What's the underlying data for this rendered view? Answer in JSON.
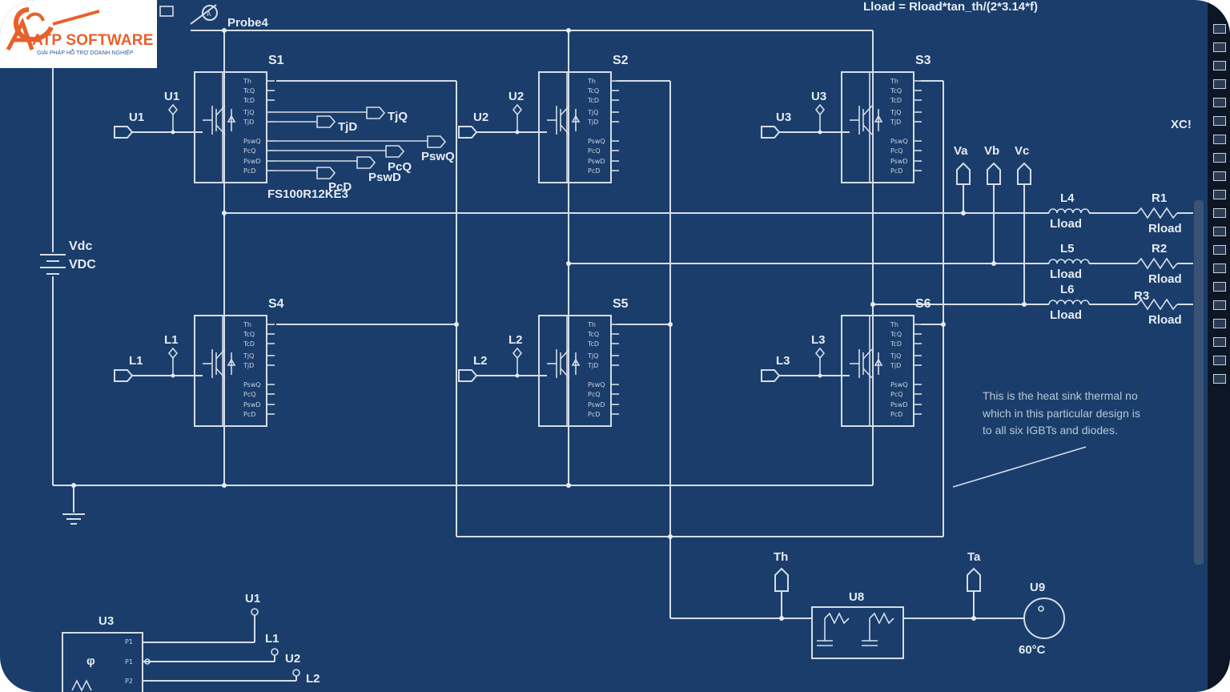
{
  "logo": {
    "brand": "ATP SOFTWARE",
    "tagline": "GIẢI PHÁP HỖ TRỢ DOANH NGHIỆP"
  },
  "header": {
    "formula": "Lload = Rload*tan_th/(2*3.14*f)",
    "probe": "Probe4",
    "xc_label": "XC!"
  },
  "source": {
    "name": "Vdc",
    "value": "VDC"
  },
  "switches": [
    {
      "name": "S1",
      "gate_label": "U1",
      "gate_port": "U1"
    },
    {
      "name": "S2",
      "gate_label": "U2",
      "gate_port": "U2"
    },
    {
      "name": "S3",
      "gate_label": "U3",
      "gate_port": "U3"
    },
    {
      "name": "S4",
      "gate_label": "L1",
      "gate_port": "L1"
    },
    {
      "name": "S5",
      "gate_label": "L2",
      "gate_port": "L2"
    },
    {
      "name": "S6",
      "gate_label": "L3",
      "gate_port": "L3"
    }
  ],
  "module_part": "FS100R12KE3",
  "pins": [
    "Th",
    "TcQ",
    "TcD",
    "TjQ",
    "TjD",
    "PswQ",
    "PcQ",
    "PswD",
    "PcD"
  ],
  "s1_outputs": [
    "TjQ",
    "TjD",
    "PswQ",
    "PcQ",
    "PswD",
    "PcD"
  ],
  "probes": [
    "Va",
    "Vb",
    "Vc"
  ],
  "inductors": [
    {
      "name": "L4",
      "value": "Lload"
    },
    {
      "name": "L5",
      "value": "Lload"
    },
    {
      "name": "L6",
      "value": "Lload"
    }
  ],
  "resistors": [
    {
      "name": "R1",
      "value": "Rload"
    },
    {
      "name": "R2",
      "value": "Rload"
    },
    {
      "name": "R3",
      "value": "Rload"
    }
  ],
  "note": [
    "This is the heat sink thermal no",
    "which in this particular design is",
    "to all six IGBTs and diodes."
  ],
  "thermal": {
    "th": "Th",
    "ta": "Ta",
    "network": "U8",
    "source": "U9",
    "temp": "60°C"
  },
  "pwm": {
    "name": "U3",
    "outputs": [
      "U1",
      "L1",
      "U2",
      "L2"
    ],
    "pins": [
      "P1",
      "P1",
      "P2"
    ]
  }
}
